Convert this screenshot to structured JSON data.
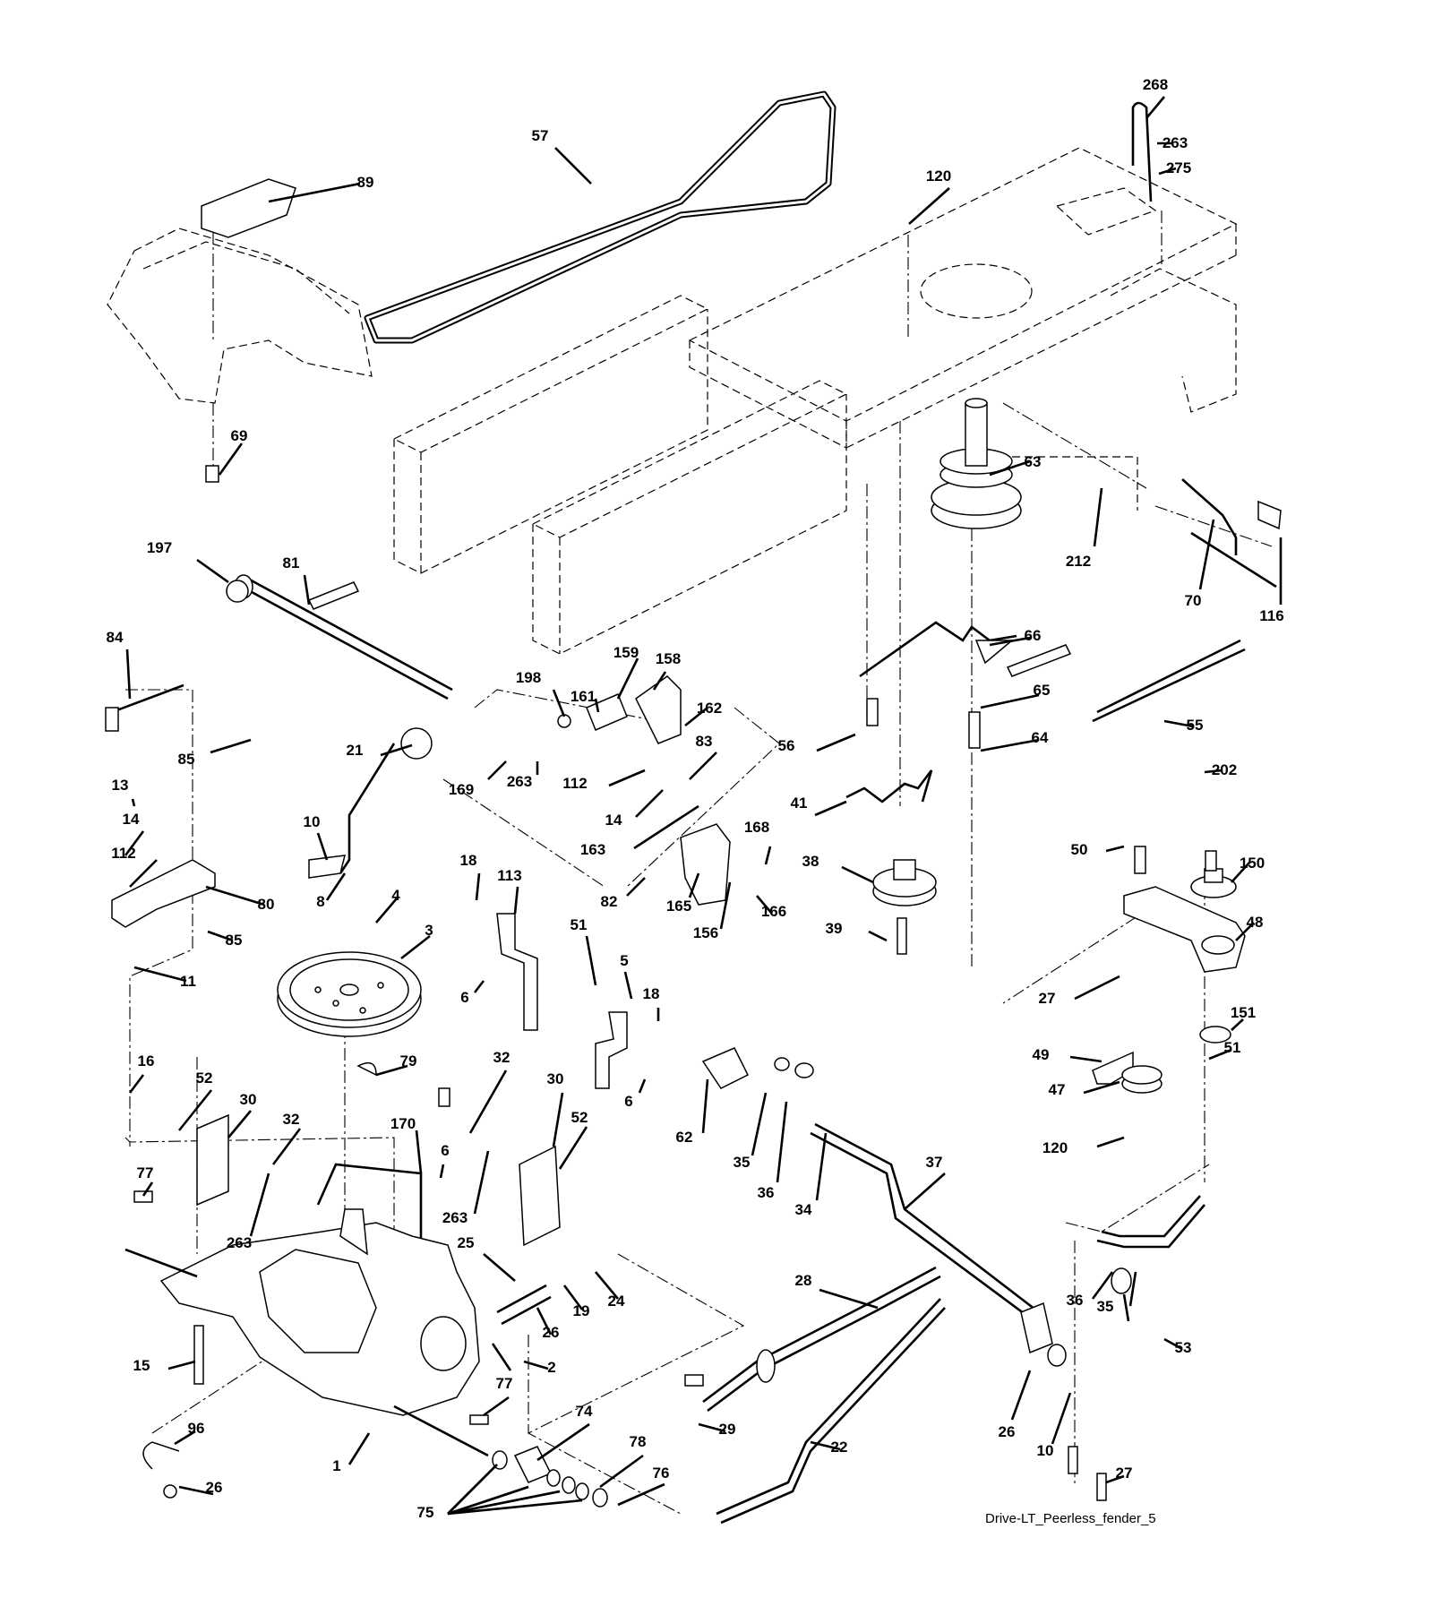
{
  "caption": "Drive-LT_Peerless_fender_5",
  "callouts": [
    {
      "id": "268",
      "label": "268"
    },
    {
      "id": "263a",
      "label": "263"
    },
    {
      "id": "275",
      "label": "275"
    },
    {
      "id": "57",
      "label": "57"
    },
    {
      "id": "89",
      "label": "89"
    },
    {
      "id": "120a",
      "label": "120"
    },
    {
      "id": "69",
      "label": "69"
    },
    {
      "id": "63",
      "label": "63"
    },
    {
      "id": "212",
      "label": "212"
    },
    {
      "id": "70",
      "label": "70"
    },
    {
      "id": "116",
      "label": "116"
    },
    {
      "id": "197",
      "label": "197"
    },
    {
      "id": "81",
      "label": "81"
    },
    {
      "id": "84",
      "label": "84"
    },
    {
      "id": "85a",
      "label": "85"
    },
    {
      "id": "198",
      "label": "198"
    },
    {
      "id": "161",
      "label": "161"
    },
    {
      "id": "159",
      "label": "159"
    },
    {
      "id": "158",
      "label": "158"
    },
    {
      "id": "162",
      "label": "162"
    },
    {
      "id": "169",
      "label": "169"
    },
    {
      "id": "263b",
      "label": "263"
    },
    {
      "id": "112a",
      "label": "112"
    },
    {
      "id": "14a",
      "label": "14"
    },
    {
      "id": "83",
      "label": "83"
    },
    {
      "id": "163",
      "label": "163"
    },
    {
      "id": "66",
      "label": "66"
    },
    {
      "id": "65",
      "label": "65"
    },
    {
      "id": "55",
      "label": "55"
    },
    {
      "id": "56",
      "label": "56"
    },
    {
      "id": "64",
      "label": "64"
    },
    {
      "id": "21",
      "label": "21"
    },
    {
      "id": "10a",
      "label": "10"
    },
    {
      "id": "13",
      "label": "13"
    },
    {
      "id": "14b",
      "label": "14"
    },
    {
      "id": "112b",
      "label": "112"
    },
    {
      "id": "80",
      "label": "80"
    },
    {
      "id": "85b",
      "label": "85"
    },
    {
      "id": "8",
      "label": "8"
    },
    {
      "id": "4",
      "label": "4"
    },
    {
      "id": "41",
      "label": "41"
    },
    {
      "id": "168",
      "label": "168"
    },
    {
      "id": "82",
      "label": "82"
    },
    {
      "id": "165",
      "label": "165"
    },
    {
      "id": "156",
      "label": "156"
    },
    {
      "id": "166",
      "label": "166"
    },
    {
      "id": "38",
      "label": "38"
    },
    {
      "id": "39",
      "label": "39"
    },
    {
      "id": "202",
      "label": "202"
    },
    {
      "id": "50",
      "label": "50"
    },
    {
      "id": "150",
      "label": "150"
    },
    {
      "id": "48",
      "label": "48"
    },
    {
      "id": "18a",
      "label": "18"
    },
    {
      "id": "113",
      "label": "113"
    },
    {
      "id": "51a",
      "label": "51"
    },
    {
      "id": "3",
      "label": "3"
    },
    {
      "id": "11",
      "label": "11"
    },
    {
      "id": "6a",
      "label": "6"
    },
    {
      "id": "5",
      "label": "5"
    },
    {
      "id": "18b",
      "label": "18"
    },
    {
      "id": "27a",
      "label": "27"
    },
    {
      "id": "151",
      "label": "151"
    },
    {
      "id": "51b",
      "label": "51"
    },
    {
      "id": "49",
      "label": "49"
    },
    {
      "id": "47",
      "label": "47"
    },
    {
      "id": "120b",
      "label": "120"
    },
    {
      "id": "16",
      "label": "16"
    },
    {
      "id": "79",
      "label": "79"
    },
    {
      "id": "6b",
      "label": "6"
    },
    {
      "id": "52a",
      "label": "52"
    },
    {
      "id": "30a",
      "label": "30"
    },
    {
      "id": "32a",
      "label": "32"
    },
    {
      "id": "170",
      "label": "170"
    },
    {
      "id": "6c",
      "label": "6"
    },
    {
      "id": "32b",
      "label": "32"
    },
    {
      "id": "30b",
      "label": "30"
    },
    {
      "id": "52b",
      "label": "52"
    },
    {
      "id": "263c",
      "label": "263"
    },
    {
      "id": "263d",
      "label": "263"
    },
    {
      "id": "77a",
      "label": "77"
    },
    {
      "id": "62",
      "label": "62"
    },
    {
      "id": "35a",
      "label": "35"
    },
    {
      "id": "36a",
      "label": "36"
    },
    {
      "id": "34",
      "label": "34"
    },
    {
      "id": "37",
      "label": "37"
    },
    {
      "id": "25",
      "label": "25"
    },
    {
      "id": "24",
      "label": "24"
    },
    {
      "id": "19",
      "label": "19"
    },
    {
      "id": "26a",
      "label": "26"
    },
    {
      "id": "2",
      "label": "2"
    },
    {
      "id": "28",
      "label": "28"
    },
    {
      "id": "36b",
      "label": "36"
    },
    {
      "id": "35b",
      "label": "35"
    },
    {
      "id": "53",
      "label": "53"
    },
    {
      "id": "15",
      "label": "15"
    },
    {
      "id": "77b",
      "label": "77"
    },
    {
      "id": "29",
      "label": "29"
    },
    {
      "id": "26b",
      "label": "26"
    },
    {
      "id": "10b",
      "label": "10"
    },
    {
      "id": "27b",
      "label": "27"
    },
    {
      "id": "1",
      "label": "1"
    },
    {
      "id": "74",
      "label": "74"
    },
    {
      "id": "96",
      "label": "96"
    },
    {
      "id": "22",
      "label": "22"
    },
    {
      "id": "78",
      "label": "78"
    },
    {
      "id": "76",
      "label": "76"
    },
    {
      "id": "26c",
      "label": "26"
    },
    {
      "id": "75",
      "label": "75"
    }
  ]
}
